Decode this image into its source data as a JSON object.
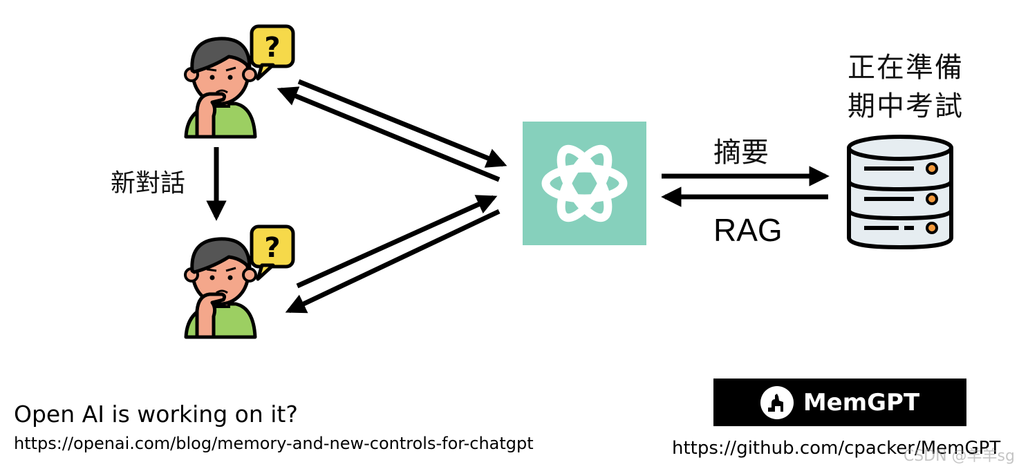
{
  "labels": {
    "new_conversation": "新對話",
    "summary": "摘要",
    "rag": "RAG",
    "db_title_line1": "正在準備",
    "db_title_line2": "期中考試"
  },
  "footer": {
    "openai_title": "Open AI is working on it?",
    "openai_url": "https://openai.com/blog/memory-and-new-controls-for-chatgpt",
    "memgpt_name": "MemGPT",
    "memgpt_url": "https://github.com/cpacker/MemGPT",
    "watermark": "CSDN @羊羊sg"
  },
  "icons": {
    "user_top": "confused-user-icon",
    "user_bottom": "confused-user-icon",
    "chatgpt": "openai-logo-icon",
    "database": "database-icon",
    "memgpt": "memgpt-llama-icon"
  },
  "colors": {
    "chatgpt_bg": "#86d0bc",
    "question_bubble": "#f6d94a",
    "skin": "#f4a78b",
    "hair": "#555555",
    "shirt": "#9ccf62",
    "db_body": "#e6edf1",
    "db_led": "#f39a3d",
    "arrow": "#000000"
  }
}
